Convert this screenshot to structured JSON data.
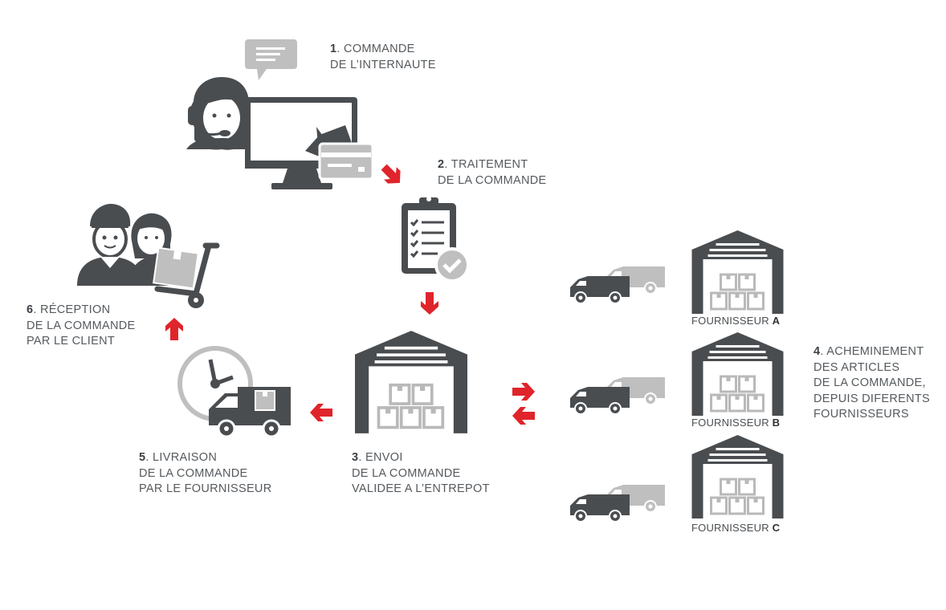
{
  "steps": [
    {
      "num": "1",
      "lines": [
        "COMMANDE",
        "DE L’INTERNAUTE"
      ]
    },
    {
      "num": "2",
      "lines": [
        "TRAITEMENT",
        "DE LA COMMANDE"
      ]
    },
    {
      "num": "3",
      "lines": [
        "ENVOI",
        "DE LA COMMANDE",
        "VALIDEE A L’ENTREPOT"
      ]
    },
    {
      "num": "4",
      "lines": [
        "ACHEMINEMENT",
        "DES ARTICLES",
        "DE LA COMMANDE,",
        "DEPUIS DIFERENTS",
        "FOURNISSEURS"
      ]
    },
    {
      "num": "5",
      "lines": [
        "LIVRAISON",
        "DE LA COMMANDE",
        "PAR LE FOURNISSEUR"
      ]
    },
    {
      "num": "6",
      "lines": [
        "RÉCEPTION",
        "DE LA COMMANDE",
        "PAR LE CLIENT"
      ]
    }
  ],
  "suppliers": [
    {
      "prefix": "FOURNISSEUR",
      "letter": "A"
    },
    {
      "prefix": "FOURNISSEUR",
      "letter": "B"
    },
    {
      "prefix": "FOURNISSEUR",
      "letter": "C"
    }
  ],
  "colors": {
    "dark": "#4a4d50",
    "light": "#bfbfbf",
    "accent": "#e0242b",
    "text": "#555a5e"
  },
  "icons": [
    "operator-headset-icon",
    "speech-bubble-icon",
    "computer-monitor-icon",
    "credit-card-icon",
    "clipboard-checklist-icon",
    "warehouse-icon",
    "delivery-truck-icon",
    "clock-icon",
    "customers-icon",
    "hand-trolley-icon",
    "red-arrow-icon"
  ]
}
